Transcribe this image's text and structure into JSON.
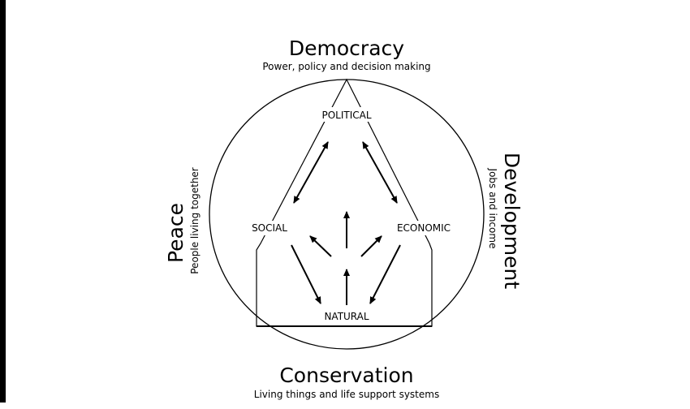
{
  "top": {
    "title": "Democracy",
    "subtitle": "Power, policy and decision making"
  },
  "bottom": {
    "title": "Conservation",
    "subtitle": "Living things and life support systems"
  },
  "left": {
    "title": "Peace",
    "subtitle": "People living together"
  },
  "right": {
    "title": "Development",
    "subtitle": "Jobs and income"
  },
  "nodes": {
    "political": "POLITICAL",
    "social": "SOCIAL",
    "economic": "ECONOMIC",
    "natural": "NATURAL"
  },
  "colors": {
    "line": "#000000",
    "background": "#ffffff"
  }
}
